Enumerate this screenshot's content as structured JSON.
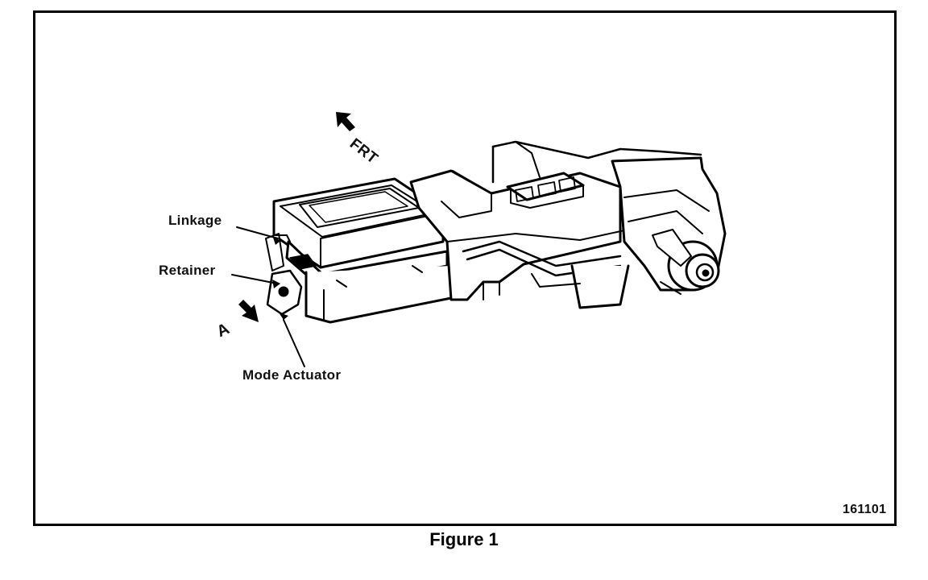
{
  "figure": {
    "caption": "Figure 1",
    "code": "161101",
    "labels": {
      "linkage": "Linkage",
      "retainer": "Retainer",
      "mode_actuator": "Mode Actuator",
      "view_a": "A",
      "front": "FRT"
    }
  },
  "colors": {
    "ink": "#000000",
    "paper": "#ffffff"
  }
}
